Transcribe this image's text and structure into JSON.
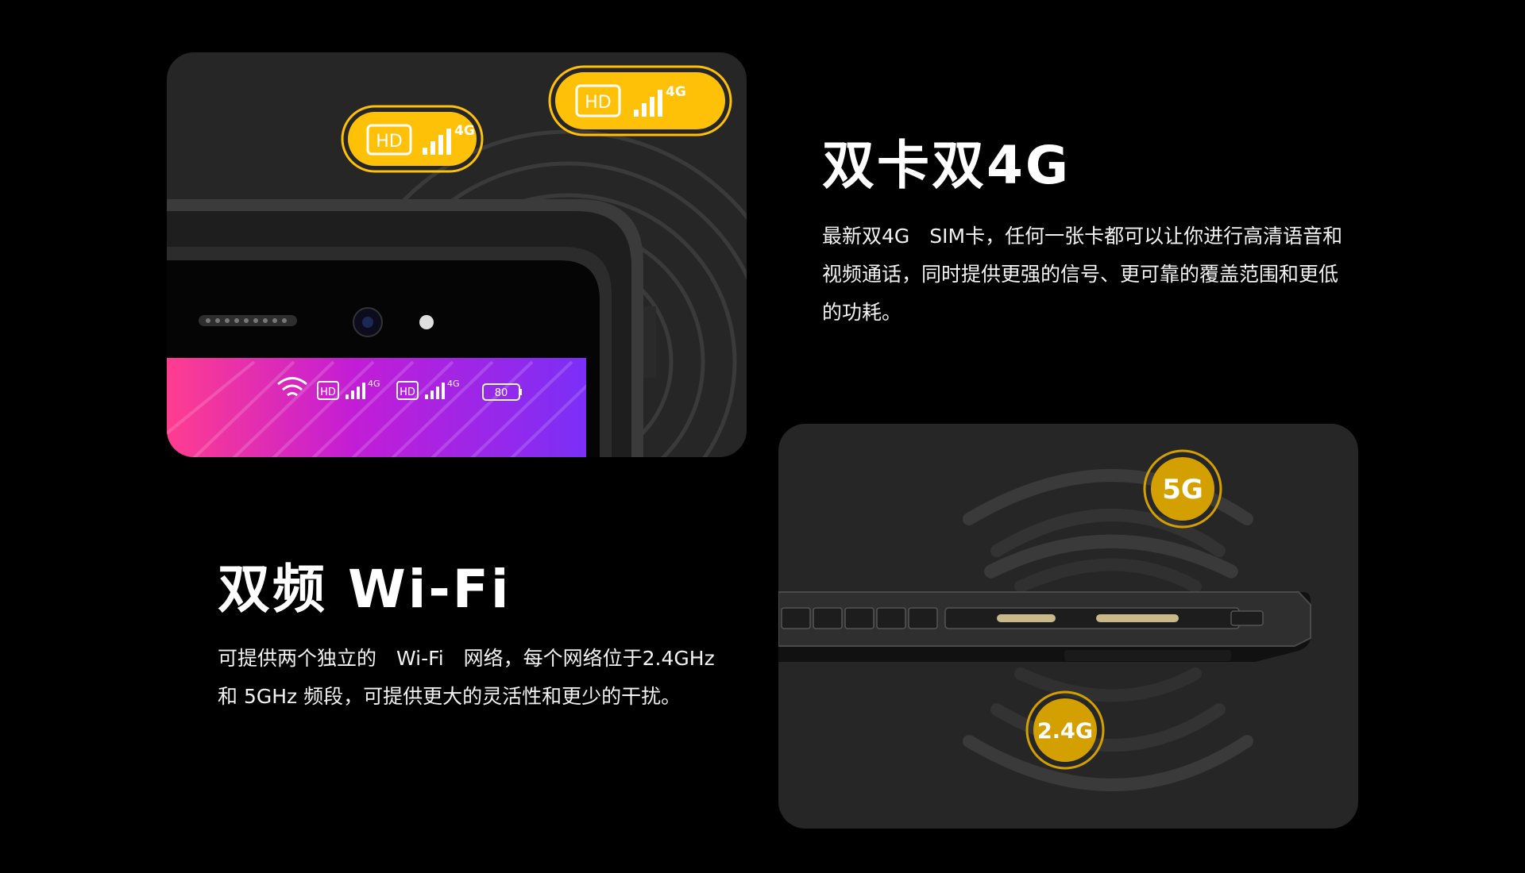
{
  "features": [
    {
      "title": "双卡双4G",
      "description": "最新双4G　SIM卡，任何一张卡都可以让你进行高清语音和视频通话，同时提供更强的信号、更可靠的覆盖范围和更低的功耗。"
    },
    {
      "title": "双频 Wi-Fi",
      "description": "可提供两个独立的　Wi-Fi　网络，每个网络位于2.4GHz 和 5GHz 频段，可提供更大的灵活性和更少的干扰。"
    }
  ],
  "badges": {
    "hd": "HD",
    "network_4g": "4G",
    "band_5g": "5G",
    "band_24g": "2.4G"
  },
  "status_bar": {
    "hd": "HD",
    "network": "4G",
    "battery": "80"
  },
  "colors": {
    "background": "#000000",
    "card": "#262626",
    "accent_yellow": "#FFC107",
    "badge_gold": "#D4A000"
  },
  "icons": [
    "hd-icon",
    "signal-bars-icon",
    "wifi-icon",
    "battery-icon",
    "signal-wave-icon"
  ]
}
